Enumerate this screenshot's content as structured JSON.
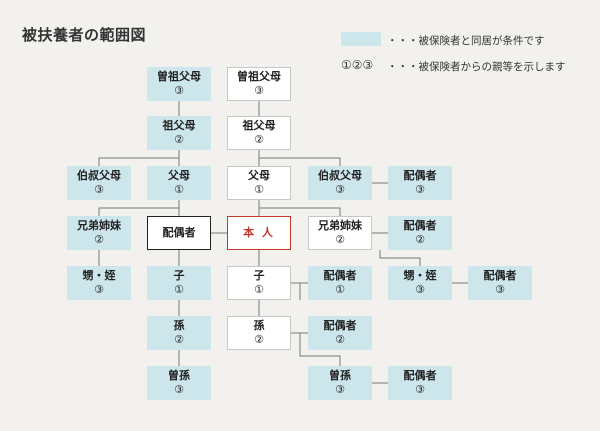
{
  "title": "被扶養者の範囲図",
  "legend": {
    "swatch_text": "・・・被保険者と同居が条件です",
    "number_marks": "①②③",
    "number_text": "・・・被保険者からの親等を示します"
  },
  "colors": {
    "cohabitation": "#cde6ec",
    "self_border": "#c0392b",
    "background": "#f2f1ee"
  },
  "nodes": [
    {
      "id": "l-great-grandparent",
      "label": "曽祖父母",
      "degree": "③",
      "style": "blue"
    },
    {
      "id": "r-great-grandparent",
      "label": "曽祖父母",
      "degree": "③",
      "style": "white"
    },
    {
      "id": "l-grandparent",
      "label": "祖父母",
      "degree": "②",
      "style": "blue"
    },
    {
      "id": "r-grandparent",
      "label": "祖父母",
      "degree": "②",
      "style": "white"
    },
    {
      "id": "l-aunt-uncle",
      "label": "伯叔父母",
      "degree": "③",
      "style": "blue"
    },
    {
      "id": "l-parent",
      "label": "父母",
      "degree": "①",
      "style": "blue"
    },
    {
      "id": "r-parent",
      "label": "父母",
      "degree": "①",
      "style": "white"
    },
    {
      "id": "r-aunt-uncle",
      "label": "伯叔父母",
      "degree": "③",
      "style": "blue"
    },
    {
      "id": "aunt-uncle-spouse",
      "label": "配偶者",
      "degree": "③",
      "style": "blue"
    },
    {
      "id": "l-sibling",
      "label": "兄弟姉妹",
      "degree": "②",
      "style": "blue"
    },
    {
      "id": "spouse",
      "label": "配偶者",
      "degree": "",
      "style": "white-strong"
    },
    {
      "id": "self",
      "label": "本 人",
      "degree": "",
      "style": "self"
    },
    {
      "id": "r-sibling",
      "label": "兄弟姉妹",
      "degree": "②",
      "style": "white"
    },
    {
      "id": "sibling-spouse",
      "label": "配偶者",
      "degree": "②",
      "style": "blue"
    },
    {
      "id": "l-nephew-niece",
      "label": "甥・姪",
      "degree": "③",
      "style": "blue"
    },
    {
      "id": "l-child",
      "label": "子",
      "degree": "①",
      "style": "blue"
    },
    {
      "id": "r-child",
      "label": "子",
      "degree": "①",
      "style": "white"
    },
    {
      "id": "child-spouse",
      "label": "配偶者",
      "degree": "①",
      "style": "blue"
    },
    {
      "id": "r-nephew-niece",
      "label": "甥・姪",
      "degree": "③",
      "style": "blue"
    },
    {
      "id": "nephew-niece-spouse",
      "label": "配偶者",
      "degree": "③",
      "style": "blue"
    },
    {
      "id": "l-grandchild",
      "label": "孫",
      "degree": "②",
      "style": "blue"
    },
    {
      "id": "r-grandchild",
      "label": "孫",
      "degree": "②",
      "style": "white"
    },
    {
      "id": "grandchild-spouse",
      "label": "配偶者",
      "degree": "②",
      "style": "blue"
    },
    {
      "id": "l-great-grandchild",
      "label": "曽孫",
      "degree": "③",
      "style": "blue"
    },
    {
      "id": "r-great-grandchild",
      "label": "曽孫",
      "degree": "③",
      "style": "blue"
    },
    {
      "id": "great-grandchild-spouse",
      "label": "配偶者",
      "degree": "③",
      "style": "blue"
    }
  ]
}
